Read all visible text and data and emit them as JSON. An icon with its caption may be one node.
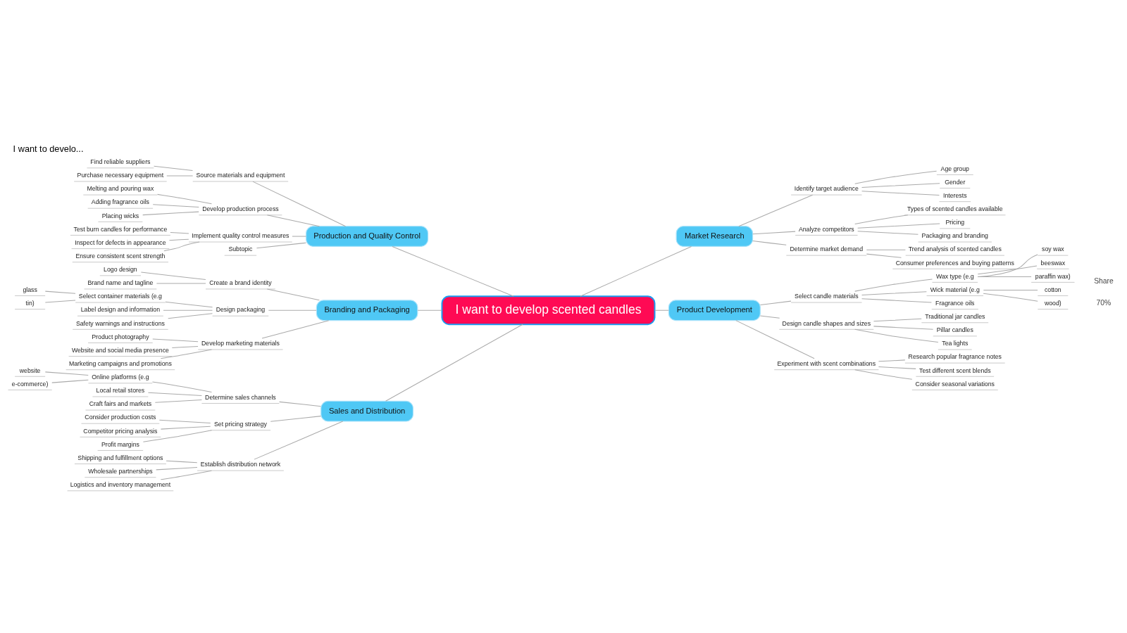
{
  "diagram": {
    "title": "I want to develo...",
    "nodes": [
      {
        "text": [
          "I want to develop scented candles"
        ]
      },
      {
        "text": [
          "Production and Quality Control"
        ]
      },
      {
        "text": [
          "Source materials and equipment"
        ]
      },
      {
        "text": [
          "Find reliable suppliers"
        ]
      },
      {
        "text": [
          "Purchase necessary equipment"
        ]
      },
      {
        "text": [
          "Develop production process"
        ]
      },
      {
        "text": [
          "Melting and pouring wax"
        ]
      },
      {
        "text": [
          "Adding fragrance oils"
        ]
      },
      {
        "text": [
          "Placing wicks"
        ]
      },
      {
        "text": [
          "Implement quality control measures"
        ]
      },
      {
        "text": [
          "Test burn candles for performance"
        ]
      },
      {
        "text": [
          "Inspect for defects in appearance"
        ]
      },
      {
        "text": [
          "Ensure consistent scent strength"
        ]
      },
      {
        "text": [
          "Subtopic"
        ]
      },
      {
        "text": [
          "Branding and Packaging"
        ]
      },
      {
        "text": [
          "Create a brand identity"
        ]
      },
      {
        "text": [
          "Logo design"
        ]
      },
      {
        "text": [
          "Brand name and tagline"
        ]
      },
      {
        "text": [
          "Design packaging"
        ]
      },
      {
        "text": [
          "Select container materials (e.g"
        ]
      },
      {
        "text": [
          "glass"
        ]
      },
      {
        "text": [
          "tin)"
        ]
      },
      {
        "text": [
          "Label design and information"
        ]
      },
      {
        "text": [
          "Safety warnings and instructions"
        ]
      },
      {
        "text": [
          "Develop marketing materials"
        ]
      },
      {
        "text": [
          "Product photography"
        ]
      },
      {
        "text": [
          "Website and social media presence"
        ]
      },
      {
        "text": [
          "Marketing campaigns and promotions"
        ]
      },
      {
        "text": [
          "Sales and Distribution"
        ]
      },
      {
        "text": [
          "Determine sales channels"
        ]
      },
      {
        "text": [
          "Online platforms (e.g"
        ]
      },
      {
        "text": [
          "website"
        ]
      },
      {
        "text": [
          "e-commerce)"
        ]
      },
      {
        "text": [
          "Local retail stores"
        ]
      },
      {
        "text": [
          "Craft fairs and markets"
        ]
      },
      {
        "text": [
          "Set pricing strategy"
        ]
      },
      {
        "text": [
          "Consider production costs"
        ]
      },
      {
        "text": [
          "Competitor pricing analysis"
        ]
      },
      {
        "text": [
          "Profit margins"
        ]
      },
      {
        "text": [
          "Establish distribution network"
        ]
      },
      {
        "text": [
          "Shipping and fulfillment options"
        ]
      },
      {
        "text": [
          "Wholesale partnerships"
        ]
      },
      {
        "text": [
          "Logistics and inventory management"
        ]
      },
      {
        "text": [
          "Market Research"
        ]
      },
      {
        "text": [
          "Identify target audience"
        ]
      },
      {
        "text": [
          "Age group"
        ]
      },
      {
        "text": [
          "Gender"
        ]
      },
      {
        "text": [
          "Interests"
        ]
      },
      {
        "text": [
          "Analyze competitors"
        ]
      },
      {
        "text": [
          "Types of scented candles available"
        ]
      },
      {
        "text": [
          "Pricing"
        ]
      },
      {
        "text": [
          "Packaging and branding"
        ]
      },
      {
        "text": [
          "Determine market demand"
        ]
      },
      {
        "text": [
          "Trend analysis of scented candles"
        ]
      },
      {
        "text": [
          "Consumer preferences and buying patterns"
        ]
      },
      {
        "text": [
          "Product Development"
        ]
      },
      {
        "text": [
          "Select candle materials"
        ]
      },
      {
        "text": [
          "Wax type (e.g"
        ]
      },
      {
        "text": [
          "soy wax"
        ]
      },
      {
        "text": [
          "beeswax"
        ]
      },
      {
        "text": [
          "paraffin wax)"
        ]
      },
      {
        "text": [
          "Wick material (e.g"
        ]
      },
      {
        "text": [
          "cotton"
        ]
      },
      {
        "text": [
          "wood)"
        ]
      },
      {
        "text": [
          "Fragrance oils"
        ]
      },
      {
        "text": [
          "Design candle shapes and sizes"
        ]
      },
      {
        "text": [
          "Traditional jar candles"
        ]
      },
      {
        "text": [
          "Pillar candles"
        ]
      },
      {
        "text": [
          "Tea lights"
        ]
      },
      {
        "text": [
          "Experiment with scent combinations"
        ]
      },
      {
        "text": [
          "Research popular fragrance notes"
        ]
      },
      {
        "text": [
          "Test different scent blends"
        ]
      },
      {
        "text": [
          "Consider seasonal variations"
        ]
      }
    ],
    "edges": [
      {
        "from": 1,
        "to": 0,
        "arrow": "none"
      },
      {
        "from": 2,
        "to": 1,
        "arrow": "none"
      },
      {
        "from": 3,
        "to": 2,
        "arrow": "none"
      },
      {
        "from": 4,
        "to": 2,
        "arrow": "none"
      },
      {
        "from": 5,
        "to": 1,
        "arrow": "none"
      },
      {
        "from": 6,
        "to": 5,
        "arrow": "none"
      },
      {
        "from": 7,
        "to": 5,
        "arrow": "none"
      },
      {
        "from": 8,
        "to": 5,
        "arrow": "none"
      },
      {
        "from": 9,
        "to": 1,
        "arrow": "none"
      },
      {
        "from": 10,
        "to": 9,
        "arrow": "none"
      },
      {
        "from": 11,
        "to": 9,
        "arrow": "none"
      },
      {
        "from": 12,
        "to": 9,
        "arrow": "none"
      },
      {
        "from": 13,
        "to": 1,
        "arrow": "none"
      },
      {
        "from": 14,
        "to": 0,
        "arrow": "none"
      },
      {
        "from": 15,
        "to": 14,
        "arrow": "none"
      },
      {
        "from": 16,
        "to": 15,
        "arrow": "none"
      },
      {
        "from": 17,
        "to": 15,
        "arrow": "none"
      },
      {
        "from": 18,
        "to": 14,
        "arrow": "none"
      },
      {
        "from": 19,
        "to": 18,
        "arrow": "none"
      },
      {
        "from": 20,
        "to": 19,
        "arrow": "none"
      },
      {
        "from": 21,
        "to": 19,
        "arrow": "none"
      },
      {
        "from": 22,
        "to": 18,
        "arrow": "none"
      },
      {
        "from": 23,
        "to": 18,
        "arrow": "none"
      },
      {
        "from": 24,
        "to": 14,
        "arrow": "none"
      },
      {
        "from": 25,
        "to": 24,
        "arrow": "none"
      },
      {
        "from": 26,
        "to": 24,
        "arrow": "none"
      },
      {
        "from": 27,
        "to": 24,
        "arrow": "none"
      },
      {
        "from": 28,
        "to": 0,
        "arrow": "none"
      },
      {
        "from": 29,
        "to": 28,
        "arrow": "none"
      },
      {
        "from": 30,
        "to": 29,
        "arrow": "none"
      },
      {
        "from": 31,
        "to": 30,
        "arrow": "none"
      },
      {
        "from": 32,
        "to": 30,
        "arrow": "none"
      },
      {
        "from": 33,
        "to": 29,
        "arrow": "none"
      },
      {
        "from": 34,
        "to": 29,
        "arrow": "none"
      },
      {
        "from": 35,
        "to": 28,
        "arrow": "none"
      },
      {
        "from": 36,
        "to": 35,
        "arrow": "none"
      },
      {
        "from": 37,
        "to": 35,
        "arrow": "none"
      },
      {
        "from": 38,
        "to": 35,
        "arrow": "none"
      },
      {
        "from": 39,
        "to": 28,
        "arrow": "none"
      },
      {
        "from": 40,
        "to": 39,
        "arrow": "none"
      },
      {
        "from": 41,
        "to": 39,
        "arrow": "none"
      },
      {
        "from": 42,
        "to": 39,
        "arrow": "none"
      },
      {
        "from": 0,
        "to": 43,
        "arrow": "none"
      },
      {
        "from": 43,
        "to": 44,
        "arrow": "none"
      },
      {
        "from": 44,
        "to": 45,
        "arrow": "none"
      },
      {
        "from": 44,
        "to": 46,
        "arrow": "none"
      },
      {
        "from": 44,
        "to": 47,
        "arrow": "none"
      },
      {
        "from": 43,
        "to": 48,
        "arrow": "none"
      },
      {
        "from": 48,
        "to": 49,
        "arrow": "none"
      },
      {
        "from": 48,
        "to": 50,
        "arrow": "none"
      },
      {
        "from": 48,
        "to": 51,
        "arrow": "none"
      },
      {
        "from": 43,
        "to": 52,
        "arrow": "none"
      },
      {
        "from": 52,
        "to": 53,
        "arrow": "none"
      },
      {
        "from": 52,
        "to": 54,
        "arrow": "none"
      },
      {
        "from": 0,
        "to": 55,
        "arrow": "none"
      },
      {
        "from": 55,
        "to": 56,
        "arrow": "none"
      },
      {
        "from": 56,
        "to": 57,
        "arrow": "none"
      },
      {
        "from": 57,
        "to": 58,
        "arrow": "none"
      },
      {
        "from": 57,
        "to": 59,
        "arrow": "none"
      },
      {
        "from": 57,
        "to": 60,
        "arrow": "none"
      },
      {
        "from": 56,
        "to": 61,
        "arrow": "none"
      },
      {
        "from": 61,
        "to": 62,
        "arrow": "none"
      },
      {
        "from": 61,
        "to": 63,
        "arrow": "none"
      },
      {
        "from": 56,
        "to": 64,
        "arrow": "none"
      },
      {
        "from": 55,
        "to": 65,
        "arrow": "none"
      },
      {
        "from": 65,
        "to": 66,
        "arrow": "none"
      },
      {
        "from": 65,
        "to": 67,
        "arrow": "none"
      },
      {
        "from": 65,
        "to": 68,
        "arrow": "none"
      },
      {
        "from": 55,
        "to": 69,
        "arrow": "none"
      },
      {
        "from": 69,
        "to": 70,
        "arrow": "none"
      },
      {
        "from": 69,
        "to": 71,
        "arrow": "none"
      },
      {
        "from": 69,
        "to": 72,
        "arrow": "none"
      }
    ],
    "labels": [
      "Share",
      "70%"
    ]
  }
}
